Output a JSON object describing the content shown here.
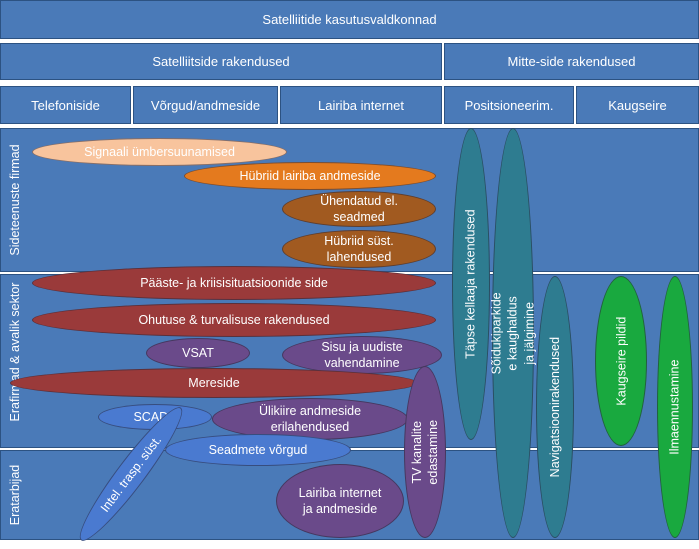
{
  "header": {
    "title": "Satelliitide kasutusvaldkonnad",
    "satellite_apps": "Satelliitside rakendused",
    "non_comm_apps": "Mitte-side rakendused"
  },
  "categories": {
    "telephony": "Telefoniside",
    "networks": "Võrgud/andmeside",
    "broadband": "Lairiba internet",
    "positioning": "Positsioneerim.",
    "remote_sensing": "Kaugseire"
  },
  "rows": {
    "operators": "Sideteenuste firmad",
    "public": "Erafirmad & avalik sektor",
    "private": "Eratarbijad"
  },
  "ellipses": {
    "signal_rerouting": "Signaali ümbersuunamised",
    "hybrid_broadband": "Hübriid lairiba andmeside",
    "connected_devices": "Ühendatud el. seadmed",
    "hybrid_systems": "Hübriid süst. lahendused",
    "emergency": "Pääste- ja kriisisituatsioonide side",
    "safety": "Ohutuse & turvalisuse rakendused",
    "vsat": "VSAT",
    "news_exchange": "Sisu ja uudiste vahendamine",
    "maritime": "Mereside",
    "scada": "SCADA",
    "ultrafast": "Ülikiire andmeside erilahendused",
    "device_networks": "Seadmete võrgud",
    "intel_transport": "Intel. trasp. süst.",
    "broadband_internet": "Lairiba internet ja andmeside",
    "tv_broadcast": "TV kanalite edastamine",
    "timing": "Täpse kellaaja rakendused",
    "vehicle_tracking": "Sõidukiparkide e kaughaldus  ja jälgimine",
    "navigation": "Navigatsioonirakendused",
    "remote_images": "Kaugseire pildid",
    "weather": "Ilmaennustamine"
  },
  "colors": {
    "box": "#4a7ab8",
    "border": "#2c5282",
    "peach": "#f8c49d",
    "orange": "#e47a1e",
    "brown": "#a15a20",
    "red": "#9a3a3a",
    "purple": "#6a4a8a",
    "blue": "#4a7ad0",
    "teal": "#2e7c90",
    "green": "#19a93f"
  }
}
